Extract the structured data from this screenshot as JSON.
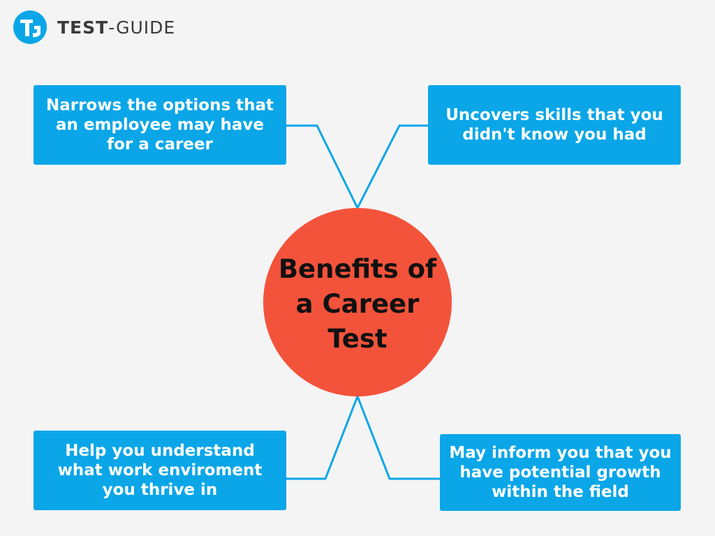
{
  "brand": {
    "mark": "TG",
    "name_strong": "TEST",
    "name_light": "-GUIDE",
    "color": "#0aa6e8"
  },
  "diagram": {
    "hub": {
      "text": "Benefits of\na Career\nTest",
      "color": "#f4533b"
    },
    "benefits": [
      {
        "text": "Narrows the options that\nan employee may have\nfor a career"
      },
      {
        "text": "Uncovers skills that you\ndidn't know you had"
      },
      {
        "text": "Help you understand\nwhat work enviroment\nyou thrive in"
      },
      {
        "text": "May inform you that you\nhave potential growth\nwithin the field"
      }
    ],
    "box_color": "#0aa6e8",
    "connector_color": "#0aa6e8"
  }
}
